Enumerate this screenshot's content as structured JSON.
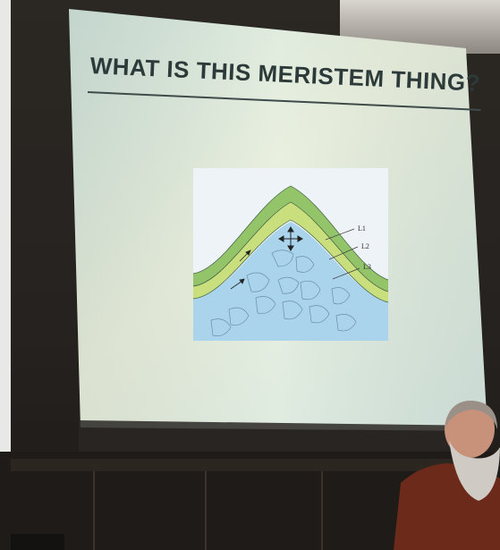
{
  "slide": {
    "title": "WHAT IS THIS MERISTEM THING?"
  },
  "diagram": {
    "layer_labels": [
      "L1",
      "L2",
      "L3"
    ]
  },
  "colors": {
    "slide_background": "#dfe9d8",
    "slide_teal": "#c3dcd2",
    "title_text": "#2d3a3a",
    "layer_green": "#93c46a",
    "layer_light_green": "#c9df7e",
    "tissue_blue": "#a9d4ec",
    "diagram_sky": "#e9f1f5"
  },
  "icons": {
    "growth_arrows": "four-way-arrow-icon"
  }
}
